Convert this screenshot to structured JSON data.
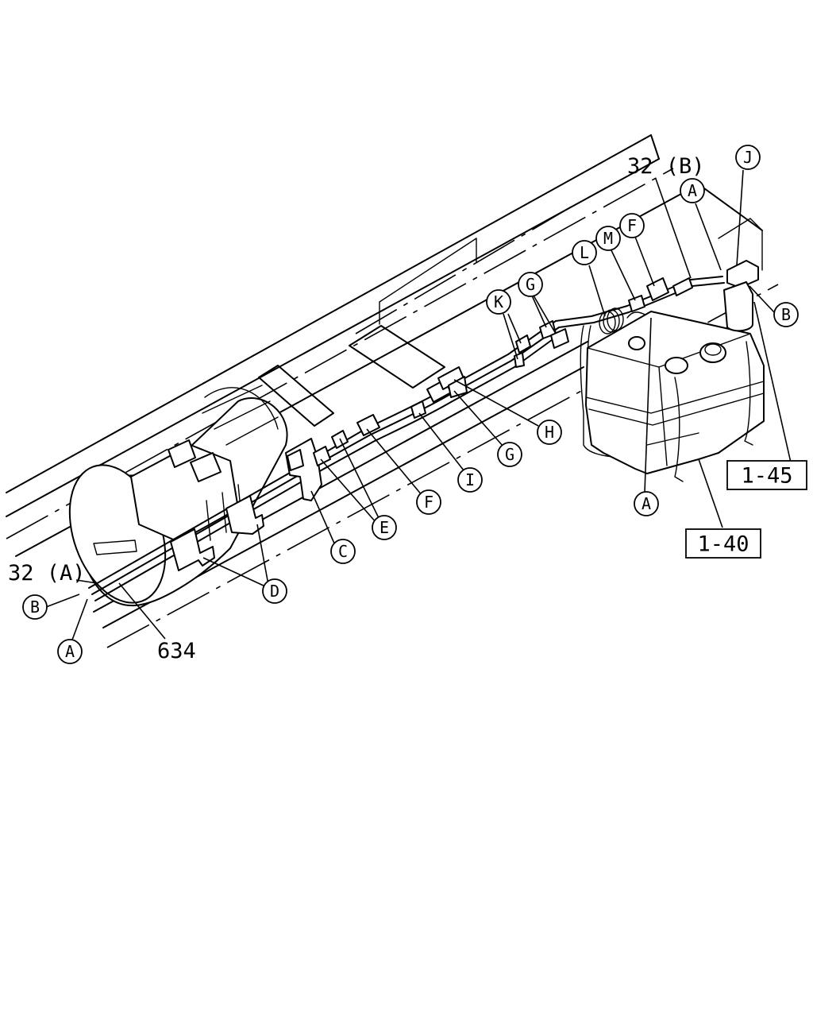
{
  "callouts": {
    "A_top": "A",
    "A_tank": "A",
    "A_left": "A",
    "B_right": "B",
    "B_left": "B",
    "C": "C",
    "D": "D",
    "E": "E",
    "F_mid": "F",
    "F_top": "F",
    "G_mid": "G",
    "G_top": "G",
    "H": "H",
    "I": "I",
    "J": "J",
    "K": "K",
    "L": "L",
    "M": "M"
  },
  "part_labels": {
    "pipe_a": "32 (A)",
    "pipe_b": "32 (B)",
    "part_634": "634"
  },
  "reference_boxes": {
    "ref_140": "1-40",
    "ref_145": "1-45"
  }
}
